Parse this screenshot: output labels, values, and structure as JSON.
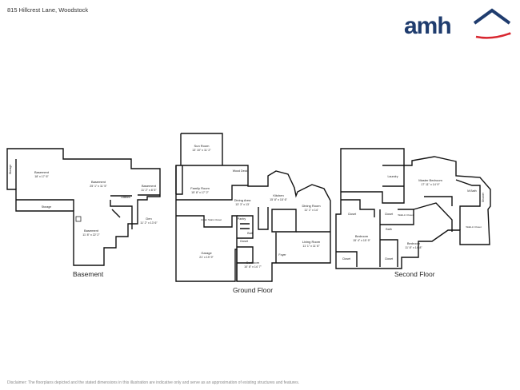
{
  "header": {
    "address": "815 Hillcrest Lane, Woodstock",
    "logo_text": "amh"
  },
  "floors": {
    "basement": "Basement",
    "ground": "Ground Floor",
    "second": "Second Floor"
  },
  "rooms": {
    "basement_a": {
      "name": "Basement",
      "dims": "18' x 17' 6\""
    },
    "basement_b": {
      "name": "Basement",
      "dims": "25' 1\" x 11' 5\""
    },
    "basement_c": {
      "name": "Basement",
      "dims": "11' 2\" x 8' 5\""
    },
    "basement_d": {
      "name": "Basement",
      "dims": "11' 8\" x 22' 2\""
    },
    "den": {
      "name": "Den",
      "dims": "11' 2\" x 13' 6\""
    },
    "utilities": {
      "name": "Utilities"
    },
    "storage_a": {
      "name": "Storage"
    },
    "storage_b": {
      "name": "Storage"
    },
    "sun_room": {
      "name": "Sun Room",
      "dims": "13' 10\" x 11' 2\""
    },
    "wood_deck": {
      "name": "Wood Deck"
    },
    "family_room": {
      "name": "Family Room",
      "dims": "15' 8\" x 17' 2\""
    },
    "dining_area": {
      "name": "Dining Area",
      "dims": "13' 3\" x 13'"
    },
    "kitchen": {
      "name": "Kitchen",
      "dims": "15' 8\" x 15' 6\""
    },
    "dining_room": {
      "name": "Dining Room",
      "dims": "11' 1\" x 14'"
    },
    "living_room": {
      "name": "Living Room",
      "dims": "11' 1\" x 11' 6\""
    },
    "garage": {
      "name": "Garage",
      "dims": "21' x 19' 9\""
    },
    "pantry": {
      "name": "Pantry"
    },
    "under_stairs": {
      "name": "Under Stairs Closet"
    },
    "bath_g": {
      "name": "Bath"
    },
    "closet_g": {
      "name": "Closet"
    },
    "foyer": {
      "name": "Foyer"
    },
    "bedroom_g": {
      "name": "Bedroom",
      "dims": "10' 8\" x 14' 7\""
    },
    "laundry": {
      "name": "Laundry"
    },
    "master_bedroom": {
      "name": "Master Bedroom",
      "dims": "17' 11\" x 14' 9\""
    },
    "m_bath": {
      "name": "M.Bath"
    },
    "shower": {
      "name": "Shower"
    },
    "closet_s1": {
      "name": "Closet"
    },
    "closet_s2": {
      "name": "Closet"
    },
    "walkin_closet_a": {
      "name": "Walk-in Closet"
    },
    "walkin_closet_b": {
      "name": "Walk-in Closet"
    },
    "bath_s": {
      "name": "Bath"
    },
    "bedroom_s1": {
      "name": "Bedroom",
      "dims": "15' 4\" x 15' 9\""
    },
    "bedroom_s2": {
      "name": "Bedroom",
      "dims": "11' 8\" x 14' 8\""
    },
    "closet_s3": {
      "name": "Closet"
    },
    "closet_s4": {
      "name": "Closet"
    }
  },
  "disclaimer": "Disclaimer: The floorplans depicted and the stated dimensions in this illustration are indicative only and serve as an approximation of existing structures and features."
}
